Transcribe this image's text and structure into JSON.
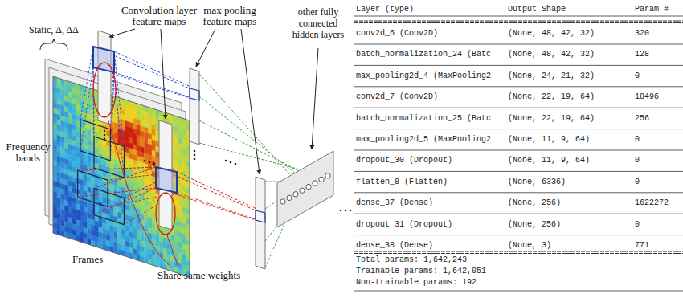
{
  "diagram": {
    "labels": [
      "Static, Δ, ΔΔ",
      "Frequency bands",
      "Frames",
      "Convolution layer feature maps",
      "max pooling feature maps",
      "other fully connected hidden layers",
      "Share same weights",
      "Layer (type)",
      "Output Shape",
      "Param #",
      "conv2d_6 (Conv2D)",
      "(None, 48, 42, 32)",
      "320",
      "batch_normalization_24 (Batc",
      "(None, 48, 42, 32)",
      "128",
      "max_pooling2d_4 (MaxPooling2",
      "(None, 24, 21, 32)",
      "0",
      "conv2d_7 (Conv2D)",
      "(None, 22, 19, 64)",
      "18496",
      "batch_normalization_25 (Batc",
      "(None, 22, 19, 64)",
      "256",
      "max_pooling2d_5 (MaxPooling2",
      "(None, 11, 9, 64)",
      "0",
      "dropout_30 (Dropout)",
      "(None, 11, 9, 64)",
      "0",
      "flatten_8 (Flatten)",
      "(None, 6336)",
      "0",
      "dense_37 (Dense)",
      "(None, 256)",
      "1622272",
      "dropout_31 (Dropout)",
      "(None, 256)",
      "0",
      "dense_38 (Dense)",
      "(None, 3)",
      "771",
      "Total params: 1,642,243",
      "Trainable params: 1,642,051",
      "Non-trainable params: 192"
    ]
  }
}
